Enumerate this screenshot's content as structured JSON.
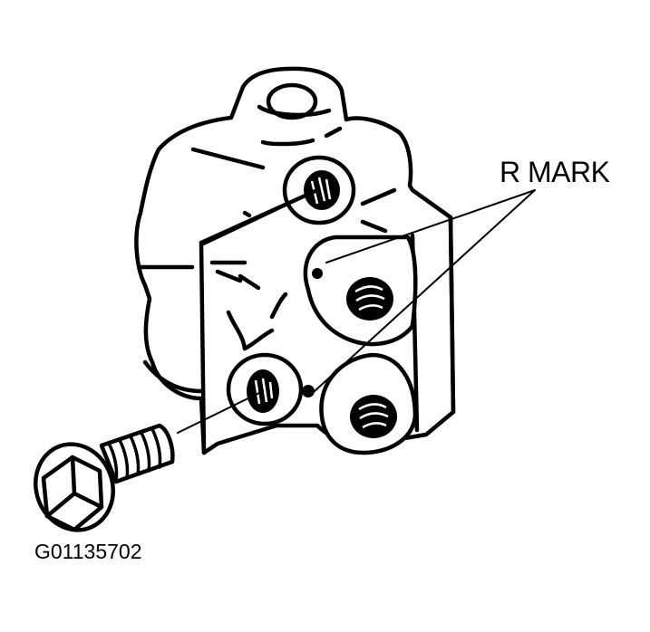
{
  "diagram": {
    "subject": "valve-body-with-mounting-bolt",
    "callout": {
      "label": "R MARK",
      "target_count": 2
    },
    "figure_id": "G01135702",
    "colors": {
      "line": "#000000",
      "background": "#ffffff"
    }
  }
}
